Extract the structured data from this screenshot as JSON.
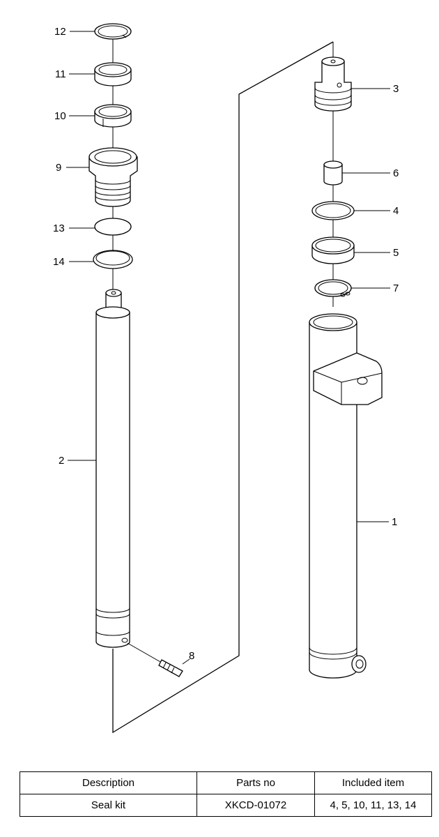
{
  "callouts": {
    "c1": "1",
    "c2": "2",
    "c3": "3",
    "c4": "4",
    "c5": "5",
    "c6": "6",
    "c7": "7",
    "c8": "8",
    "c9": "9",
    "c10": "10",
    "c11": "11",
    "c12": "12",
    "c13": "13",
    "c14": "14"
  },
  "table": {
    "headers": {
      "description": "Description",
      "parts_no": "Parts no",
      "included": "Included item"
    },
    "row": {
      "description": "Seal kit",
      "parts_no": "XKCD-01072",
      "included": "4, 5, 10, 11, 13, 14"
    }
  }
}
